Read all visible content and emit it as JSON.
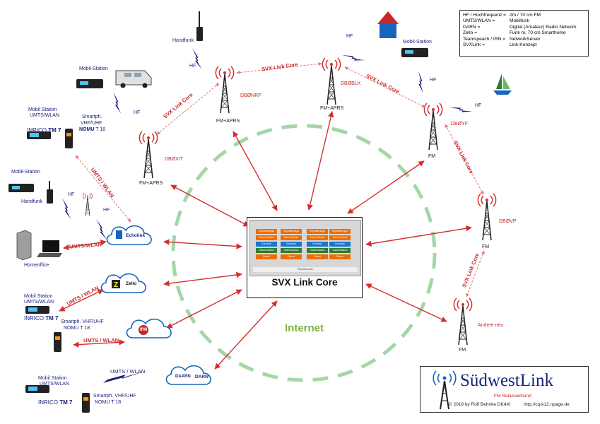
{
  "legend": {
    "rows": [
      {
        "key": "HF / Hochfrequenz =",
        "value": "2m / 70 cm FM"
      },
      {
        "key": "UMTS/WLAN =",
        "value": "Mobilfunk"
      },
      {
        "key": "DARN =",
        "value": "Digital (Amateur) Radio Network"
      },
      {
        "key": "Zello =",
        "value": "Funk m. 70 cm Smarthome"
      },
      {
        "key": "Teamspeach / IRN =",
        "value": "NetworkServer"
      },
      {
        "key": "SVXLink =",
        "value": "Link-Konzept"
      }
    ]
  },
  "core": {
    "title": "SVX Link Core",
    "base_label": "SvxLink-Core",
    "module_rows": [
      "Repeaterlogic",
      "Parrot Modul",
      "Echolink",
      "Voicemailbox",
      "Parrot"
    ]
  },
  "internet_label": "Internet",
  "towers": {
    "db0nrp": {
      "call": "DBØNRP",
      "mode": "FM+APRS"
    },
    "db0xit": {
      "call": "DBØXIT",
      "mode": "FM+APRS"
    },
    "db0blk": {
      "call": "DBØBLK",
      "mode": "FM+APRS"
    },
    "db0yf": {
      "call": "DBØYF",
      "mode": "FM"
    },
    "db0vp": {
      "call": "DBØVP",
      "mode": "FM"
    },
    "andere": {
      "call": "Andere neu",
      "mode": "FM"
    }
  },
  "link_labels": {
    "svx": "SVX Link Core",
    "hf": "HF",
    "umts": "UMTS/WLAN",
    "umts_spaced": "UMTS / WLAN"
  },
  "stations": {
    "handfunk_top": "Handfunk",
    "mobil_top": "Mobil-Station",
    "mobil_right": "Mobil-Station",
    "smart1_line1": "Mobil Station",
    "smart1_line2": "UMTS/WLAN",
    "smart1_line3": "INRICO",
    "smart1_model": "TM 7",
    "smart1_phone1": "Smartph.",
    "smart1_phone2": "VHF/UHF",
    "smart1_phone3": "NOMU",
    "smart1_phone_model": "T 18",
    "mobil_left": "Mobil-Station",
    "handfunk_left": "Handfunk",
    "homeoffice": "Homeoffice",
    "smart2_line1": "Mobil Station",
    "smart2_line2": "UMTS/WLAN",
    "smart2_line3": "INRICO",
    "smart2_model": "TM 7",
    "smart2_phone1": "Smartph.  VHF/UHF",
    "smart2_phone2": "NOMU T 18",
    "smart3_line1": "Mobil Station",
    "smart3_line2": "UMTS/WLAN",
    "smart3_line3": "INRICO",
    "smart3_model": "TM 7",
    "smart3_phone1": "Smartph. VHF/UHF",
    "smart3_phone2": "NOMU T 18"
  },
  "clouds": {
    "echolink": "Echolink",
    "zello": "Zello",
    "irn": "IRN",
    "darn": "DARN",
    "darn_logo": "DAARN"
  },
  "brand": {
    "name": "SüdwestLink",
    "subtitle": "FM Relaisverbund",
    "copyright": "© 2018 by Rolf Behnke DK4XI",
    "url": "http://cq-k12.npage.de"
  },
  "colors": {
    "link_red": "#d32f2f",
    "hf_blue": "#1a237e",
    "internet_green": "#a5d6a7",
    "tower": "#222222",
    "house_red": "#c62828",
    "house_blue": "#1565c0"
  }
}
